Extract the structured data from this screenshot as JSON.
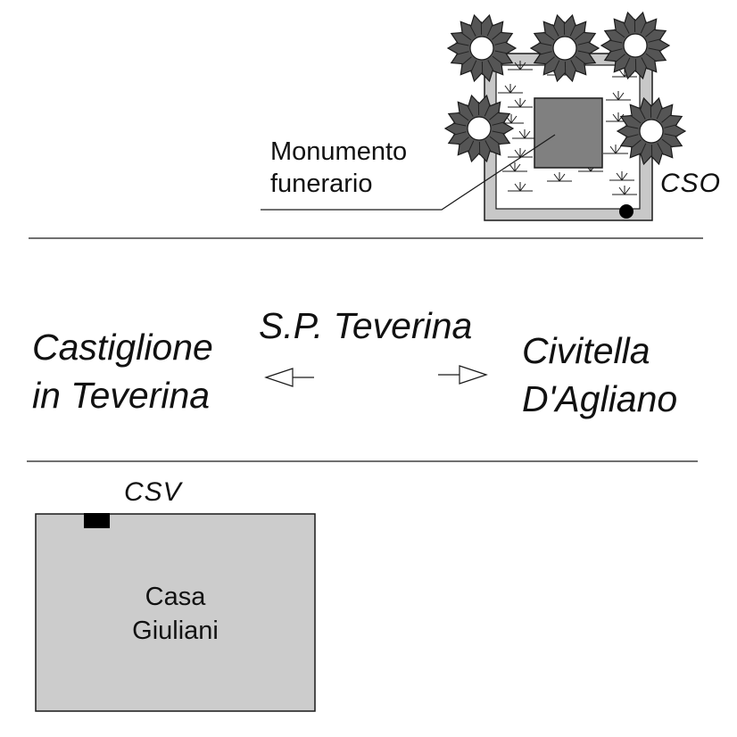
{
  "labels": {
    "monument": [
      "Monumento",
      "funerario"
    ],
    "road_name": "S.P. Teverina",
    "west_town": [
      "Castiglione",
      "in Teverina"
    ],
    "east_town": [
      "Civitella",
      "D'Agliano"
    ],
    "station_north": "CSO",
    "station_south": "CSV",
    "house": [
      "Casa",
      "Giuliani"
    ]
  },
  "colors": {
    "line": "#1a1a1a",
    "building_fill": "#cccccc",
    "enclosure_wall": "#c8c8c8",
    "monument_fill": "#808080",
    "tree_fill": "#555555",
    "marker": "#000000"
  },
  "icons": [
    "tree-icon",
    "grass-tuft-icon",
    "arrow-left-icon",
    "arrow-right-icon",
    "sensor-dot-icon",
    "sensor-box-icon"
  ]
}
